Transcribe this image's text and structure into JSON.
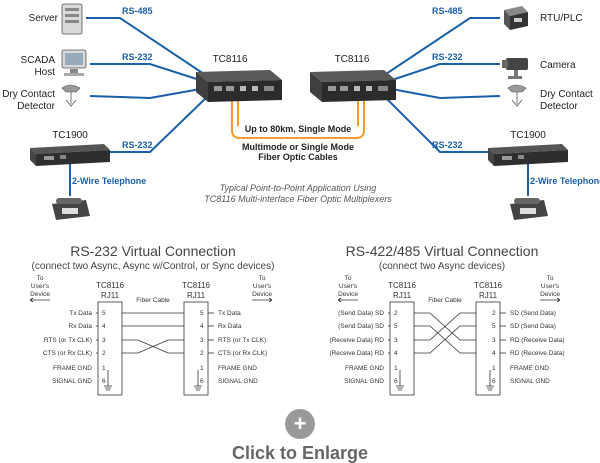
{
  "top": {
    "server": "Server",
    "scada_line1": "SCADA",
    "scada_line2": "Host",
    "dry_left_line1": "Dry Contact",
    "dry_left_line2": "Detector",
    "rtu": "RTU/PLC",
    "camera": "Camera",
    "dry_right_line1": "Dry Contact",
    "dry_right_line2": "Detector",
    "link_rs485": "RS-485",
    "link_rs232": "RS-232",
    "tc8116": "TC8116",
    "tc1900": "TC1900",
    "two_wire": "2-Wire Telephone",
    "fiber_range": "Up to 80km, Single Mode",
    "fiber_line1": "Multimode or Single Mode",
    "fiber_line2": "Fiber Optic Cables",
    "caption_line1": "Typical Point-to-Point Application Using",
    "caption_line2": "TC8116 Multi-interface Fiber Optic Multiplexers"
  },
  "rs232": {
    "title": "RS-232 Virtual Connection",
    "subtitle": "(connect two Async, Async w/Control, or Sync devices)",
    "to_user_device": [
      "To",
      "User's",
      "Device"
    ],
    "model": "TC8116",
    "connector": "RJ11",
    "fiber_cable": "Fiber Cable",
    "left_labels": [
      "Tx Data",
      "Rx Data",
      "RTS (or Tx CLK)",
      "CTS (or Rx CLK)",
      "FRAME GND",
      "SIGNAL GND"
    ],
    "right_labels": [
      "Tx Data",
      "Rx Data",
      "RTS (or Tx CLK)",
      "CTS (or Rx CLK)",
      "FRAME GND",
      "SIGNAL GND"
    ],
    "pins": [
      "5",
      "4",
      "3",
      "2",
      "1",
      "6"
    ]
  },
  "rs485": {
    "title": "RS-422/485 Virtual Connection",
    "subtitle": "(connect two Async devices)",
    "to_user_device": [
      "To",
      "User's",
      "Device"
    ],
    "model": "TC8116",
    "connector": "RJ11",
    "fiber_cable": "Fiber Cable",
    "left_labels": [
      "(Send Data) SD",
      "(Send Data) SD",
      "(Receive Data) RD",
      "(Receive Data) RD",
      "FRAME GND",
      "SIGNAL GND"
    ],
    "right_labels": [
      "SD (Send Data)",
      "SD (Send Data)",
      "RD (Receive Data)",
      "RD (Receive Data)",
      "FRAME GND",
      "SIGNAL GND"
    ],
    "pins": [
      "2",
      "5",
      "3",
      "4",
      "1",
      "6"
    ]
  },
  "enlarge": {
    "plus": "+",
    "label": "Click to Enlarge"
  },
  "colors": {
    "link_blue": "#1a5faa",
    "fiber_orange": "#f39c2a"
  }
}
